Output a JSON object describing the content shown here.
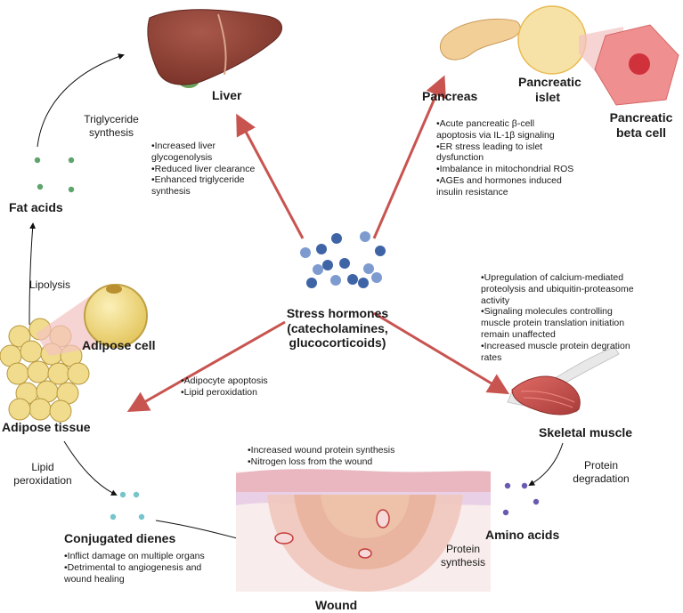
{
  "center": {
    "title_lines": [
      "Stress hormones",
      "(catecholamines,",
      "glucocorticoids)"
    ]
  },
  "organs": {
    "liver": "Liver",
    "pancreas": "Pancreas",
    "pancreatic_islet_lines": [
      "Pancreatic",
      "islet"
    ],
    "pancreatic_beta_cell_lines": [
      "Pancreatic",
      "beta cell"
    ],
    "skeletal_muscle": "Skeletal muscle",
    "adipose_tissue": "Adipose tissue",
    "adipose_cell": "Adipose cell",
    "wound": "Wound"
  },
  "metabolites": {
    "fat_acids": "Fat acids",
    "conjugated_dienes": "Conjugated dienes",
    "amino_acids": "Amino acids"
  },
  "processes": {
    "triglyceride_synthesis_lines": [
      "Triglyceride",
      "synthesis"
    ],
    "lipolysis": "Lipolysis",
    "lipid_peroxidation_lines": [
      "Lipid",
      "peroxidation"
    ],
    "protein_degradation_lines": [
      "Protein",
      "degradation"
    ],
    "protein_synthesis_lines": [
      "Protein",
      "synthesis"
    ]
  },
  "effects": {
    "liver": [
      "•Increased liver",
      "glycogenolysis",
      "•Reduced liver clearance",
      "•Enhanced triglyceride",
      "synthesis"
    ],
    "pancreas": [
      "•Acute pancreatic β-cell",
      "apoptosis via IL-1β signaling",
      "•ER stress leading to islet",
      "dysfunction",
      "•Imbalance in mitochondrial ROS",
      "•AGEs and hormones induced",
      "insulin resistance"
    ],
    "muscle": [
      "•Upregulation of calcium-mediated",
      "proteolysis and ubiquitin-proteasome",
      "activity",
      "•Signaling molecules controlling",
      "muscle protein translation initiation",
      "remain unaffected",
      "•Increased muscle protein degration",
      "rates"
    ],
    "adipose": [
      "•Adipocyte apoptosis",
      "•Lipid peroxidation"
    ],
    "wound": [
      "•Increased wound protein synthesis",
      "•Nitrogen loss from the wound"
    ],
    "dienes": [
      "•Inflict damage on multiple organs",
      "•Detrimental to angiogenesis and",
      "wound healing"
    ]
  },
  "colors": {
    "main_arrow": "#c85450",
    "thin_arrow": "#111111",
    "hormone_blue": "#3f64a6",
    "hormone_light": "#7e9bcf",
    "liver": "#8a3f33",
    "fat_acid_dot": "#5ea46c",
    "diene_dot": "#76c4cc",
    "amino_dot": "#6a59b0",
    "muscle": "#c94d4a",
    "adipose": "#e8d27a",
    "skin_top": "#eab6bf",
    "skin_mid": "#f1cdd3",
    "wound_core": "#e7b09a"
  }
}
